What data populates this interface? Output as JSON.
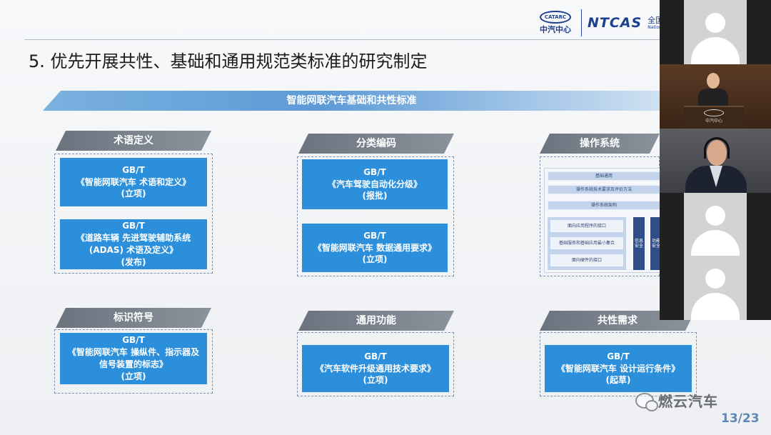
{
  "header": {
    "logo_catarc_oval": "CATARC",
    "logo_catarc_text": "中汽中心",
    "logo_ntcas": "NTCAS",
    "logo_ntcas_sub": "全国汽",
    "logo_ntcas_sub_en": "National Te"
  },
  "slide": {
    "title": "5. 优先开展共性、基础和通用规范类标准的研究制定",
    "banner": "智能网联汽车基础和共性标准",
    "page": "13/23"
  },
  "categories": [
    {
      "title": "术语定义",
      "cards": [
        {
          "code": "GB/T",
          "name": "《智能网联汽车 术语和定义》",
          "status": "(立项)"
        },
        {
          "code": "GB/T",
          "name": "《道路车辆 先进驾驶辅助系统(ADAS) 术语及定义》",
          "status": "(发布)"
        }
      ]
    },
    {
      "title": "分类编码",
      "cards": [
        {
          "code": "GB/T",
          "name": "《汽车驾驶自动化分级》",
          "status": "(报批)"
        },
        {
          "code": "GB/T",
          "name": "《智能网联汽车 数据通用要求》",
          "status": "(立项)"
        }
      ]
    },
    {
      "title": "操作系统"
    },
    {
      "title": "标识符号",
      "cards": [
        {
          "code": "GB/T",
          "name": "《智能网联汽车 操纵件、指示器及信号装置的标志》",
          "status": "(立项)"
        }
      ]
    },
    {
      "title": "通用功能",
      "cards": [
        {
          "code": "GB/T",
          "name": "《汽车软件升级通用技术要求》",
          "status": "(立项)"
        }
      ]
    },
    {
      "title": "共性需求",
      "cards": [
        {
          "code": "GB/T",
          "name": "《智能网联汽车 设计运行条件》",
          "status": "(起草)"
        }
      ]
    }
  ],
  "os_diagram": {
    "bar1": "基础通用",
    "bar2": "操作系统技术要求及评价方法",
    "bar3": "操作系统架构",
    "row1": "面向应用程序的接口",
    "row2": "基础服务和基础应用最小集合",
    "row3": "面向硬件的接口",
    "col1": "信息安全",
    "col2": "功能安全"
  },
  "video": {
    "speaker_podium_text": "中汽中心"
  },
  "watermark": "燃云汽车",
  "colors": {
    "card_blue": "#2b8fdc",
    "banner_blue": "#5d9ad6",
    "header_gray": "#7a828c",
    "page_num": "#5c87b8"
  }
}
